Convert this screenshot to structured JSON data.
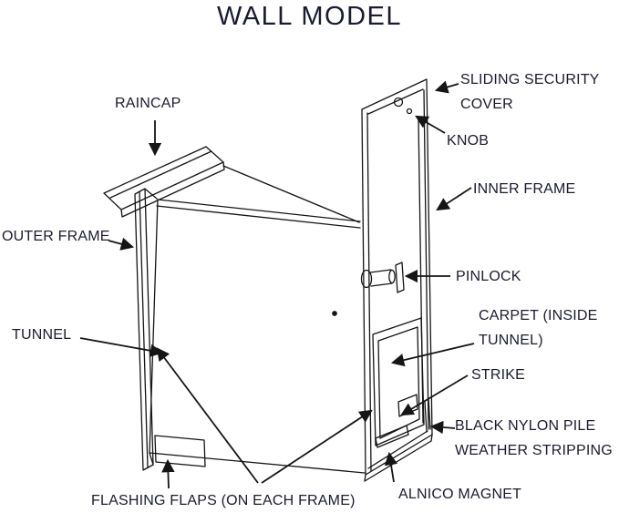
{
  "title": "WALL MODEL",
  "diagram": {
    "labels": {
      "raincap": "RAINCAP",
      "sliding_security_cover": "SLIDING SECURITY COVER",
      "knob": "KNOB",
      "inner_frame": "INNER FRAME",
      "outer_frame": "OUTER FRAME",
      "pinlock": "PINLOCK",
      "tunnel": "TUNNEL",
      "carpet": "CARPET (INSIDE TUNNEL)",
      "strike": "STRIKE",
      "weather_stripping": "BLACK NYLON PILE WEATHER STRIPPING",
      "alnico_magnet": "ALNICO MAGNET",
      "flashing_flaps": "FLASHING FLAPS (ON EACH FRAME)"
    },
    "colors": {
      "text": "#1b1b2f",
      "line": "#151515",
      "background": "#ffffff"
    }
  }
}
